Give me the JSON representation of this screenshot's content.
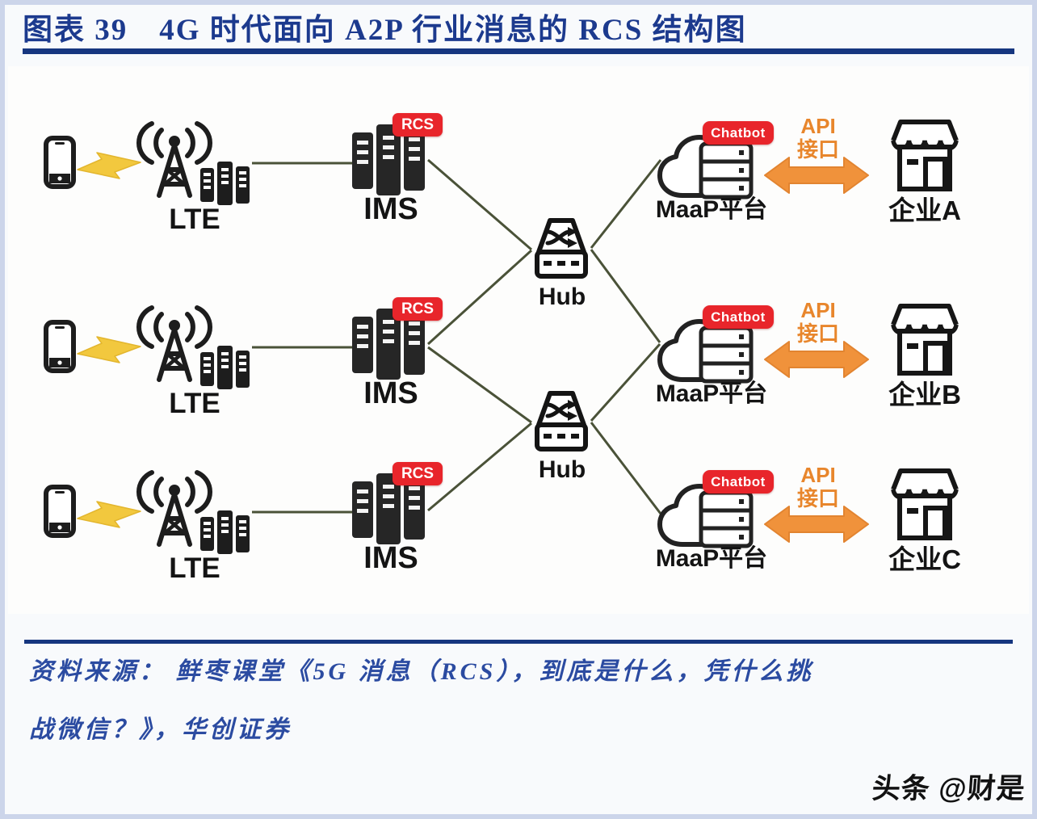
{
  "header": {
    "title": "图表 39　4G 时代面向 A2P 行业消息的 RCS 结构图"
  },
  "diagram": {
    "hubs": [
      {
        "label": "Hub"
      },
      {
        "label": "Hub"
      }
    ],
    "rows": [
      {
        "access_label": "LTE",
        "core_badge": "RCS",
        "core_label": "IMS",
        "platform_badge": "Chatbot",
        "platform_label": "MaaP平台",
        "api_line1": "API",
        "api_line2": "接口",
        "enterprise_label": "企业A"
      },
      {
        "access_label": "LTE",
        "core_badge": "RCS",
        "core_label": "IMS",
        "platform_badge": "Chatbot",
        "platform_label": "MaaP平台",
        "api_line1": "API",
        "api_line2": "接口",
        "enterprise_label": "企业B"
      },
      {
        "access_label": "LTE",
        "core_badge": "RCS",
        "core_label": "IMS",
        "platform_badge": "Chatbot",
        "platform_label": "MaaP平台",
        "api_line1": "API",
        "api_line2": "接口",
        "enterprise_label": "企业C"
      }
    ]
  },
  "footer": {
    "source_line1": "资料来源：  鲜枣课堂《5G 消息（RCS），到底是什么，凭什么挑",
    "source_line2": "战微信？》，华创证券",
    "watermark": "头条 @财是"
  },
  "colors": {
    "title_navy": "#1c3a8e",
    "rule_navy": "#16367f",
    "source_blue": "#2b4ba1",
    "badge_red": "#e8252b",
    "arrow_orange": "#f0923b",
    "api_orange": "#e8862c",
    "bolt_yellow": "#f2c83e",
    "connector_olive": "#4a5238",
    "icon_black": "#1d1d1d"
  }
}
